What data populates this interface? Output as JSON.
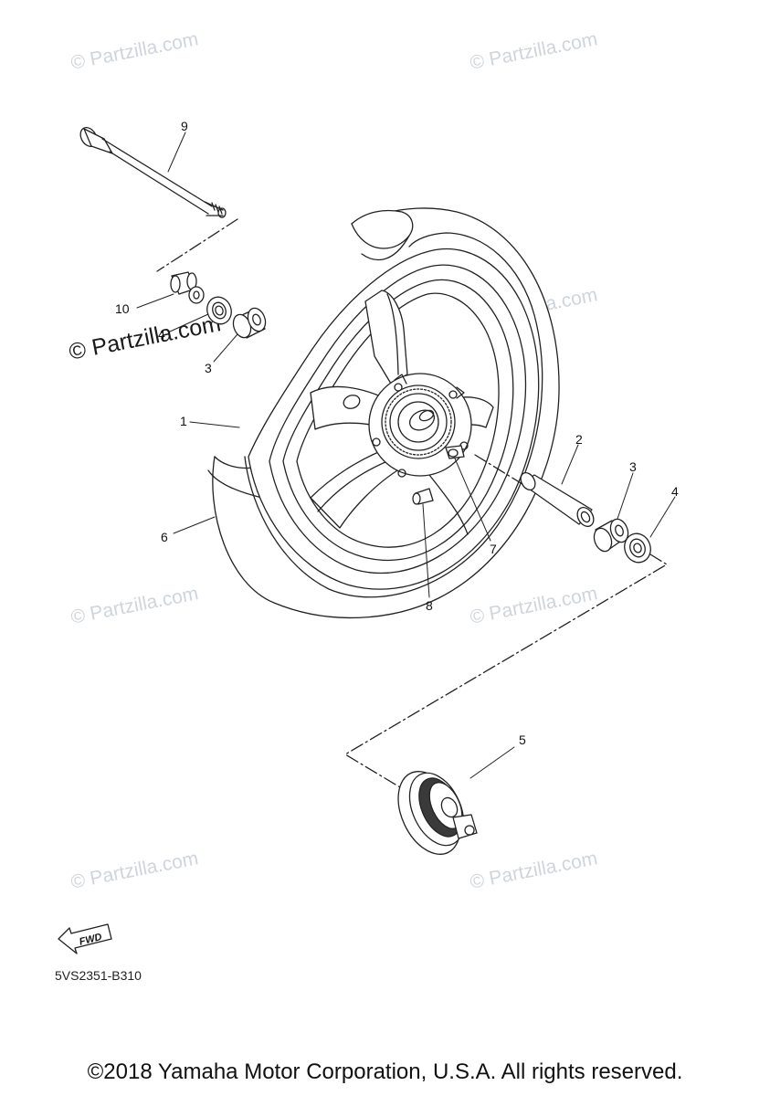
{
  "watermark": {
    "text": "© Partzilla.com",
    "bold_text": "© Partzilla.com"
  },
  "callouts": [
    "1",
    "2",
    "3",
    "3",
    "4",
    "4",
    "5",
    "6",
    "7",
    "8",
    "9",
    "10"
  ],
  "fwd_label": "FWD",
  "diagram_code": "5VS2351-B310",
  "copyright": "©2018 Yamaha Motor Corporation, U.S.A. All rights reserved."
}
